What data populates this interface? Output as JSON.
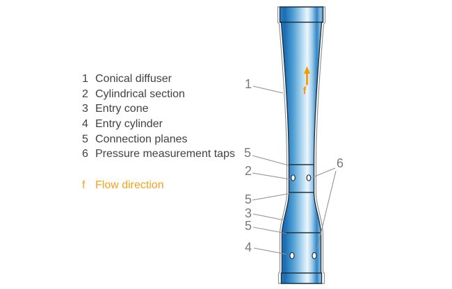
{
  "colors": {
    "accent_orange": "#F7A11A",
    "arrow_orange": "#F59B00",
    "tube_blue_dark": "#1A6DB4",
    "tube_blue_highlight": "#ECF6FC",
    "bore_outline_navy": "#1D3142",
    "outer_outline_gray": "#8F9396",
    "callout_gray": "#77797B",
    "legend_text": "#414042",
    "background": "#FFFFFF"
  },
  "legend": {
    "items": [
      {
        "num": "1",
        "label": "Conical diffuser"
      },
      {
        "num": "2",
        "label": "Cylindrical section"
      },
      {
        "num": "3",
        "label": "Entry cone"
      },
      {
        "num": "4",
        "label": "Entry cylinder"
      },
      {
        "num": "5",
        "label": "Connection planes"
      },
      {
        "num": "6",
        "label": "Pressure measurement taps"
      }
    ],
    "flow_item": {
      "num": "f",
      "label": "Flow direction"
    }
  },
  "diagram": {
    "flow_arrow_label": "f",
    "callouts": {
      "diffuser": "1",
      "plane_top": "5",
      "throat": "2",
      "plane_mid": "5",
      "entry_cone": "3",
      "plane_bottom": "5",
      "entry_cylinder": "4",
      "taps": "6"
    }
  }
}
